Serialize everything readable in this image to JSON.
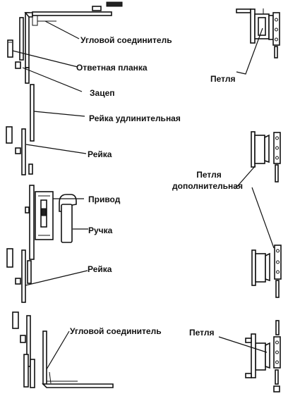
{
  "labels": {
    "corner_connector_top": "Угловой соединитель",
    "strike_plate": "Ответная планка",
    "hook": "Зацеп",
    "extension_rail": "Рейка удлинительная",
    "rail_upper": "Рейка",
    "drive": "Привод",
    "handle": "Ручка",
    "rail_lower": "Рейка",
    "corner_connector_bottom": "Угловой соединитель",
    "hinge_top": "Петля",
    "extra_hinge_line1": "Петля",
    "extra_hinge_line2": "дополнительная",
    "hinge_bottom": "Петля"
  }
}
